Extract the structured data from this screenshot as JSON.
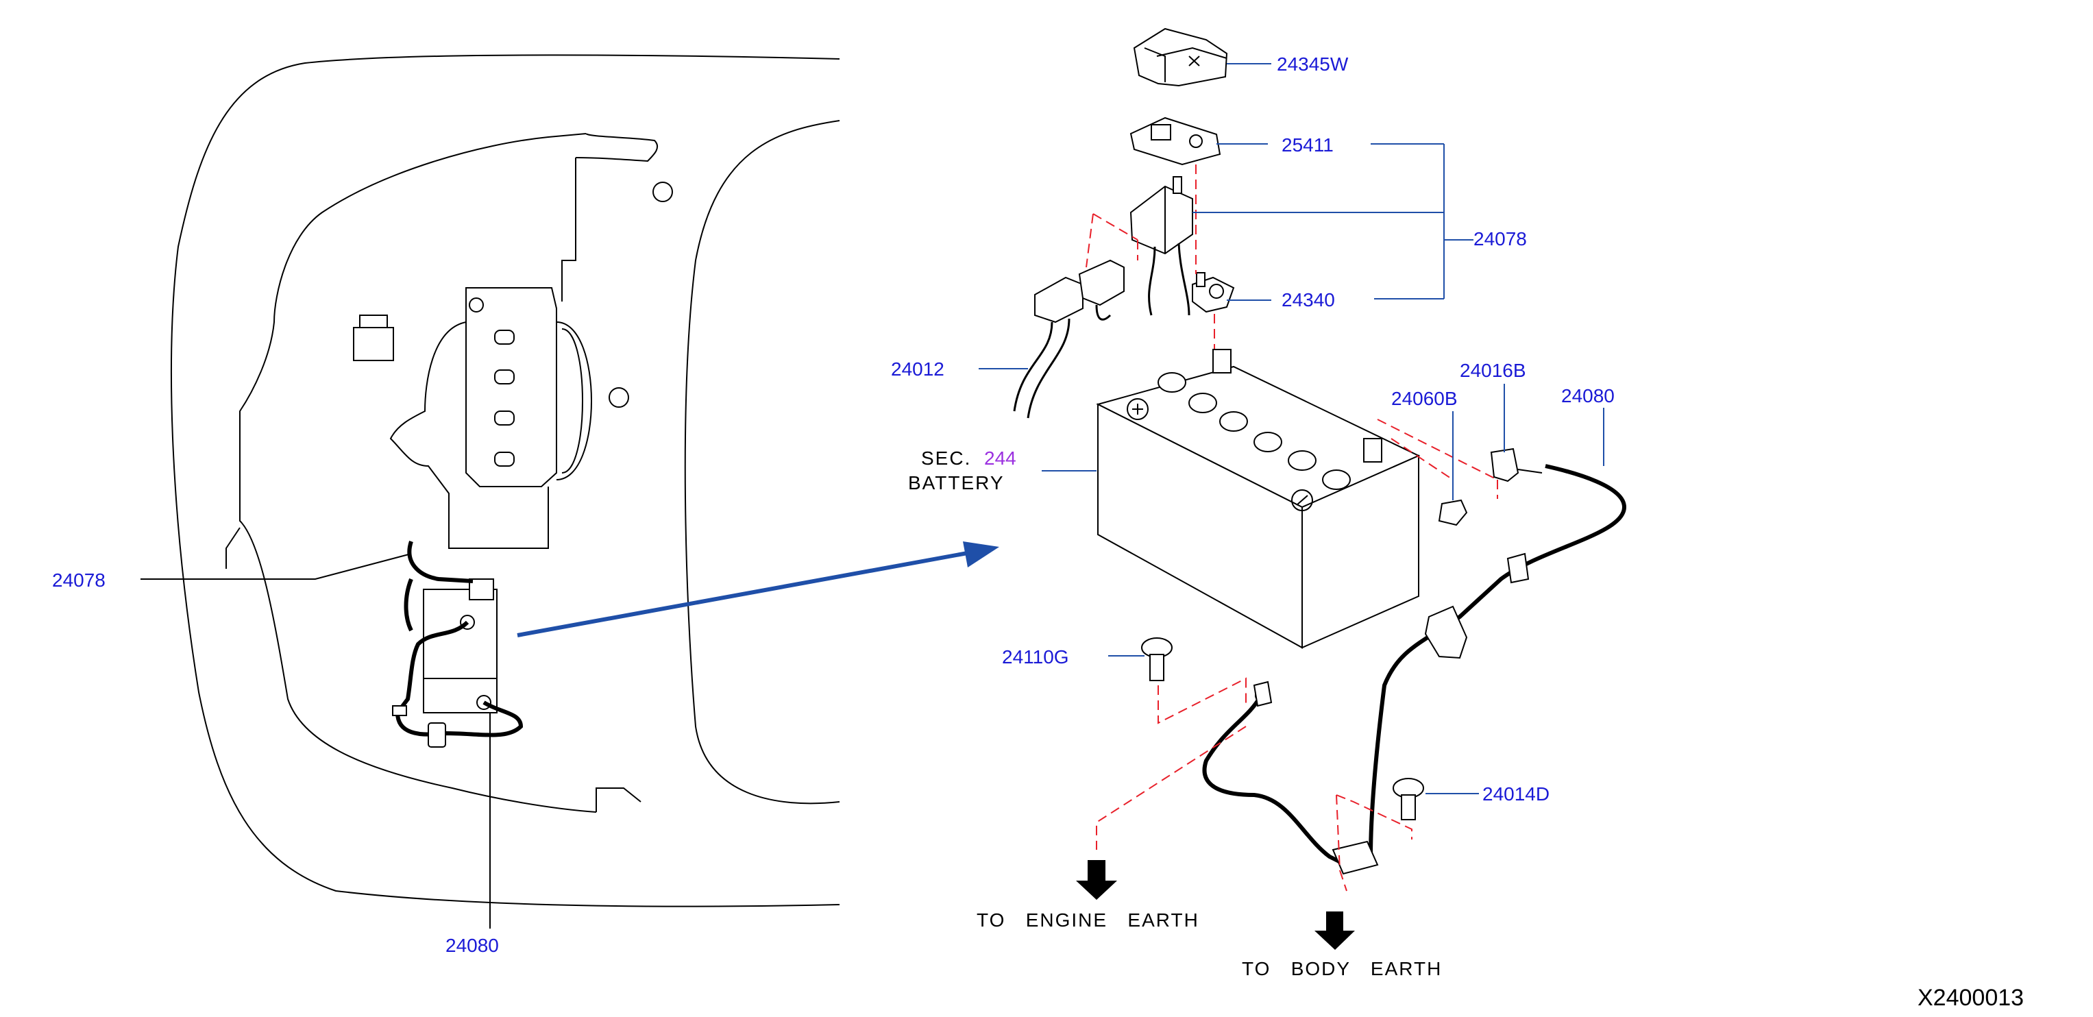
{
  "colors": {
    "part_number": "#1a1ad6",
    "section_ref": "#9b30e0",
    "leader_line": "#1f4fa8",
    "hidden_line": "#e8202a",
    "pointer_arrow": "#1f4fa8"
  },
  "labels": {
    "p24345W": "24345W",
    "p25411": "25411",
    "p24078_right": "24078",
    "p24340": "24340",
    "p24012": "24012",
    "p24016B": "24016B",
    "p24060B": "24060B",
    "p24080_right": "24080",
    "p24110G": "24110G",
    "p24014D": "24014D",
    "p24078_left": "24078",
    "p24080_left": "24080",
    "sec_prefix": "SEC.",
    "sec_number": "244",
    "battery": "BATTERY",
    "engine_earth": "TO   ENGINE   EARTH",
    "body_earth": "TO   BODY   EARTH",
    "diagram_code": "X2400013"
  }
}
